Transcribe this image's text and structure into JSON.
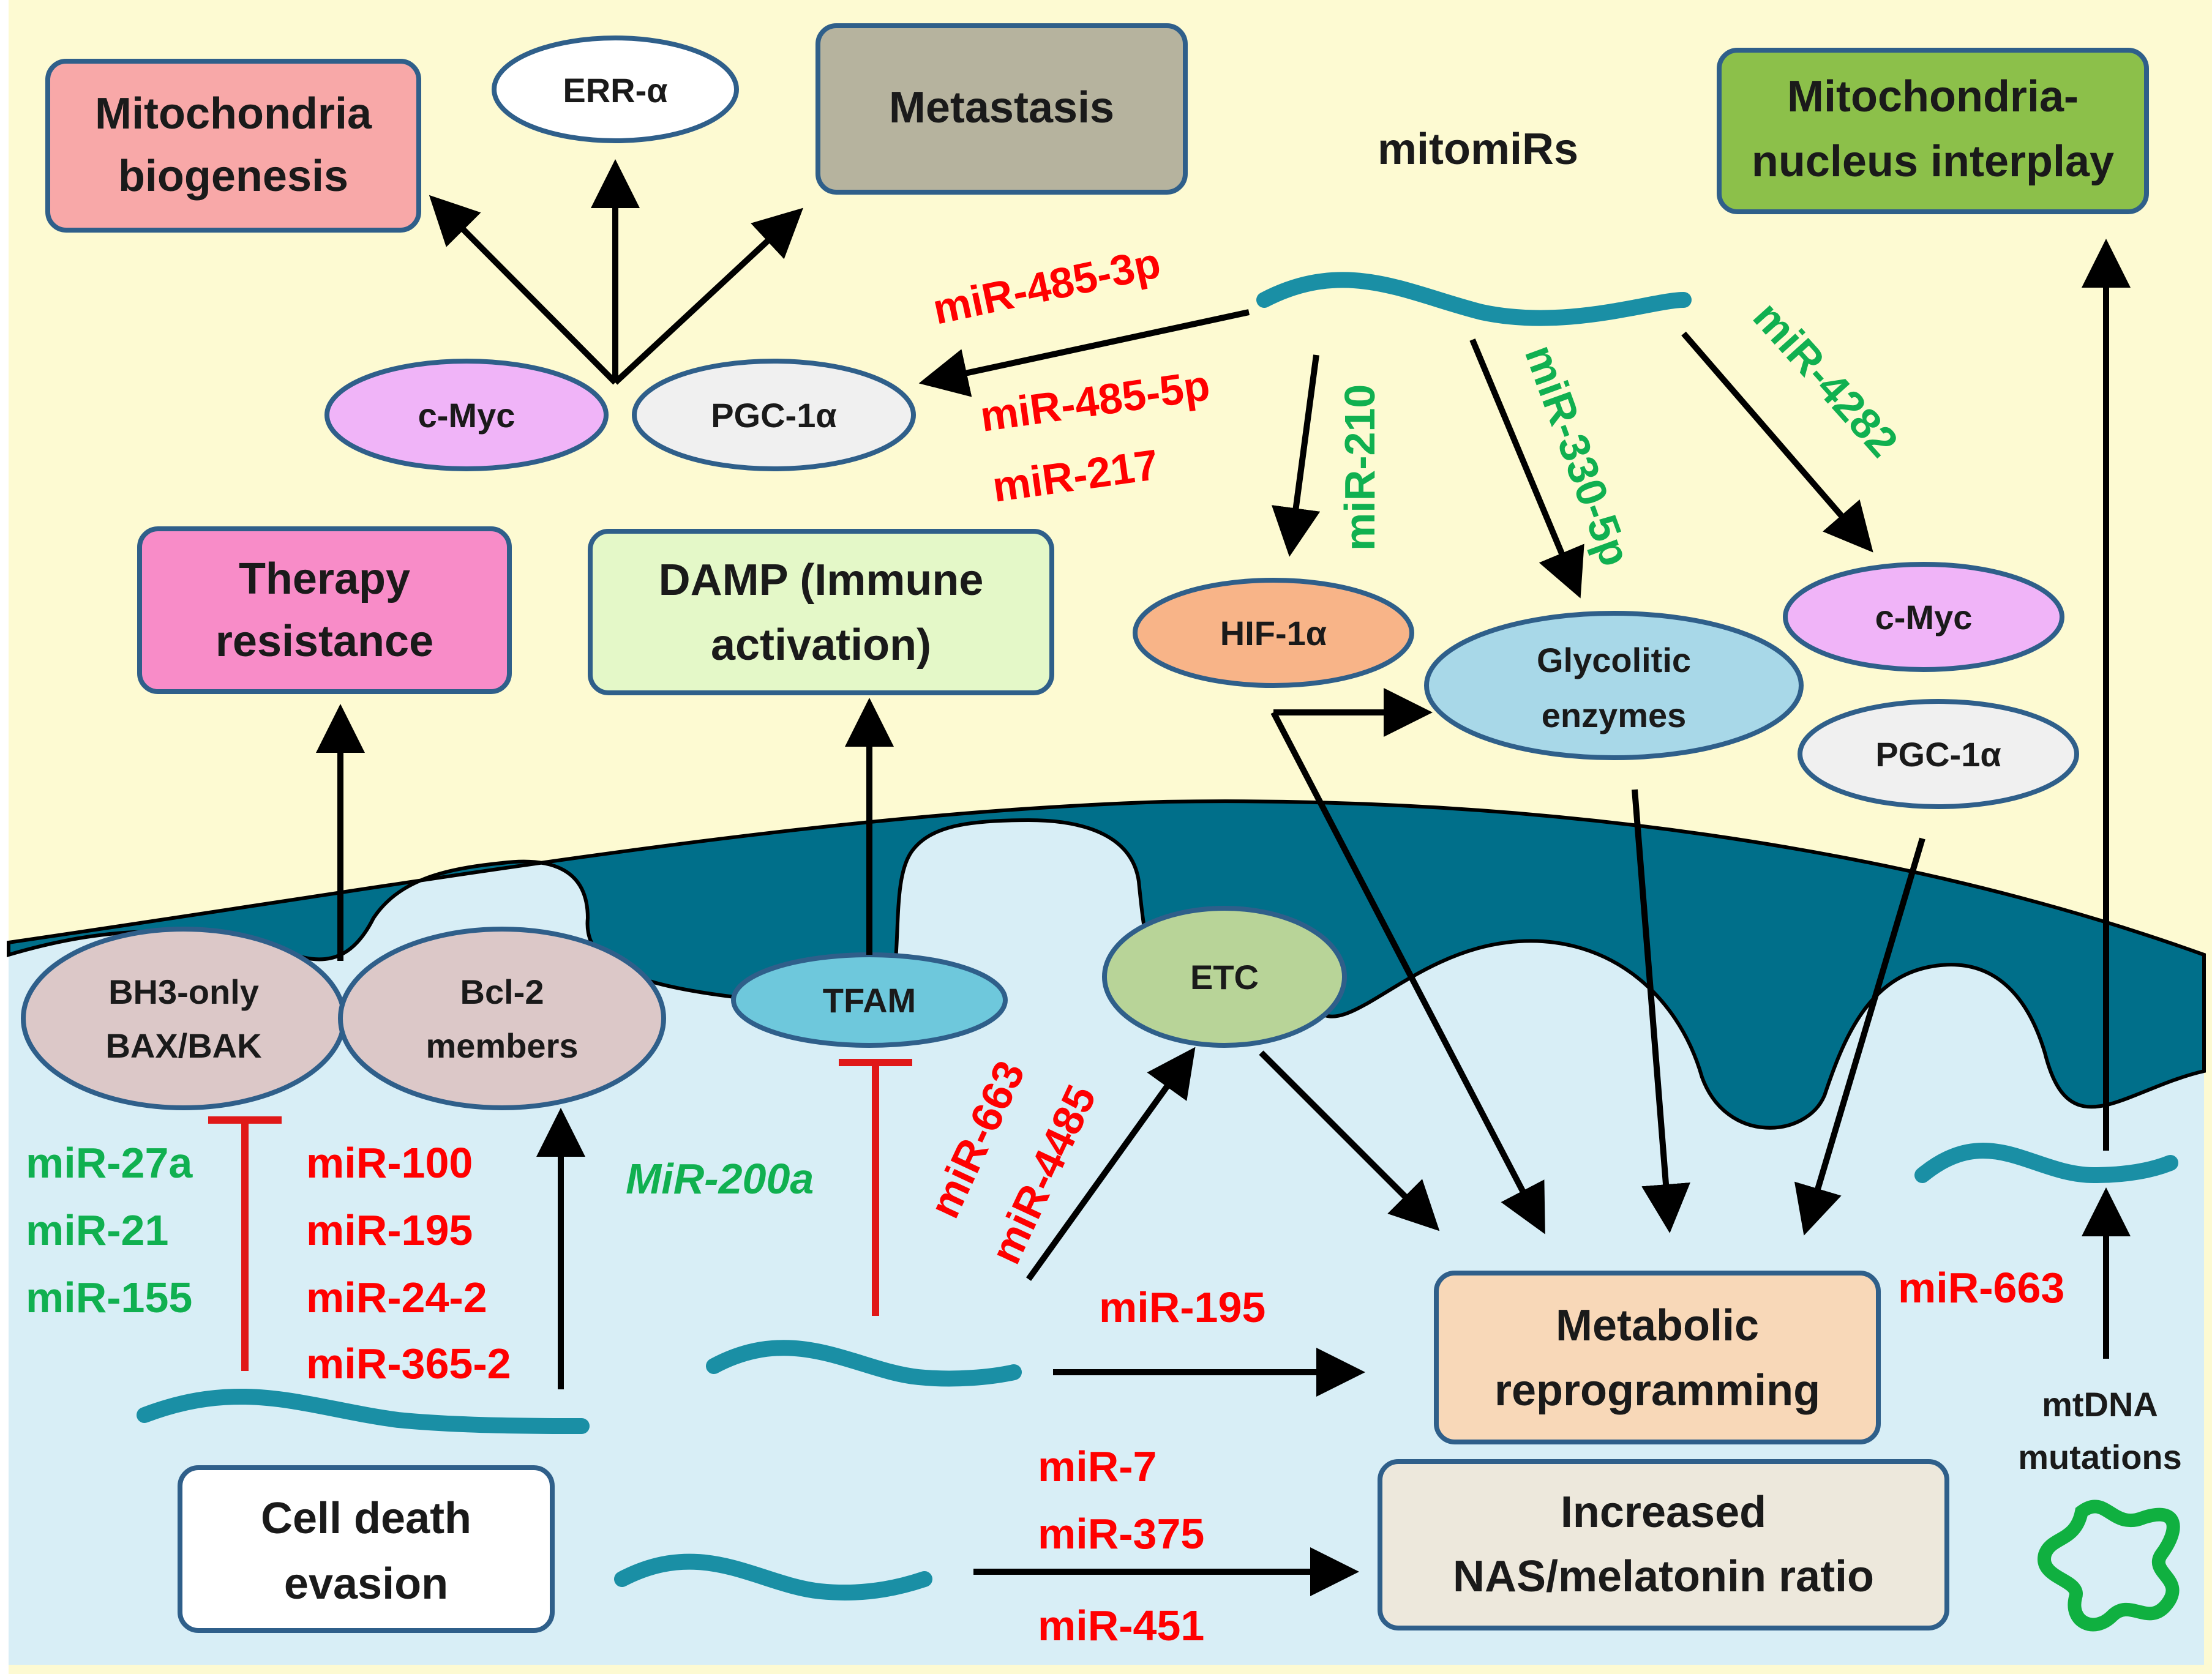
{
  "colors": {
    "cytoplasm": "#fdfad2",
    "matrix": "#d8eef6",
    "membrane": "#006f8a",
    "mirna_red": "#ff0000",
    "mirna_green": "#10b050",
    "border": "#2f5f8a"
  },
  "outcomes": {
    "mito_biogenesis": [
      "Mitochondria",
      "biogenesis"
    ],
    "metastasis": "Metastasis",
    "mito_nucleus": [
      "Mitochondria-",
      "nucleus interplay"
    ],
    "therapy_resistance": [
      "Therapy",
      "resistance"
    ],
    "damp": [
      "DAMP (Immune",
      "activation)"
    ],
    "metabolic": [
      "Metabolic",
      "reprogramming"
    ],
    "nas_ratio": [
      "Increased",
      "NAS/melatonin ratio"
    ],
    "cell_death": [
      "Cell death",
      "evasion"
    ]
  },
  "molecules": {
    "err_alpha": "ERR-α",
    "cmyc_top": "c-Myc",
    "pgc_top": "PGC-1α",
    "hif": "HIF-1α",
    "glycolytic": [
      "Glycolitic",
      "enzymes"
    ],
    "cmyc_right": "c-Myc",
    "pgc_right": "PGC-1α",
    "bh3": [
      "BH3-only",
      "BAX/BAK"
    ],
    "bcl2": [
      "Bcl-2",
      "members"
    ],
    "tfam": "TFAM",
    "etc": "ETC"
  },
  "labels": {
    "mitomirs": "mitomiRs",
    "mtdna": [
      "mtDNA",
      "mutations"
    ]
  },
  "mirnas": {
    "m485_3p": "miR-485-3p",
    "m485_5p": "miR-485-5p",
    "m217": "miR-217",
    "m210": "miR-210",
    "m330": "miR-330-5p",
    "m4282": "miR-4282",
    "green_left": [
      "miR-27a",
      "miR-21",
      "miR-155"
    ],
    "red_left": [
      "miR-100",
      "miR-195",
      "miR-24-2",
      "miR-365-2"
    ],
    "m200a": "MiR-200a",
    "m663_mid": "miR-663",
    "m4485": "miR-4485",
    "m195_mid": "miR-195",
    "m663_right": "miR-663",
    "bottom_red": [
      "miR-7",
      "miR-375",
      "miR-451"
    ]
  }
}
